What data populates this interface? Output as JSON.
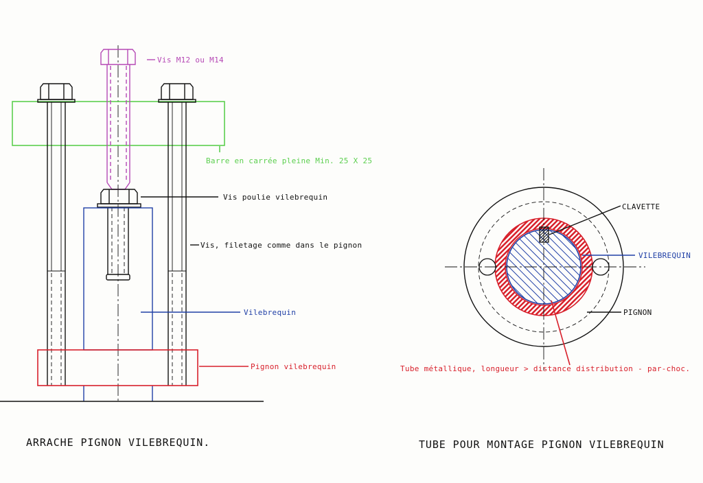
{
  "left_diagram": {
    "caption": "ARRACHE PIGNON VILEBREQUIN.",
    "labels": {
      "bolt": "Vis M12 ou M14",
      "bar": "Barre en carrée pleine Min. 25 X 25",
      "pulley_screw": "Vis poulie vilebrequin",
      "threaded_rod": "Vis, filetage comme dans le pignon",
      "crankshaft": "Vilebrequin",
      "gear": "Pignon vilebrequin"
    }
  },
  "right_diagram": {
    "caption": "TUBE POUR MONTAGE PIGNON VILEBREQUIN",
    "labels": {
      "key": "CLAVETTE",
      "crankshaft": "VILEBREQUIN",
      "gear": "PIGNON",
      "tube": "Tube métallique, longueur > distance distribution - par-choc."
    }
  },
  "colors": {
    "ink": "#111111",
    "bolt": "#b548b5",
    "bar": "#5ccf4f",
    "shaft": "#1f3fa6",
    "gear": "#d81f2a"
  }
}
